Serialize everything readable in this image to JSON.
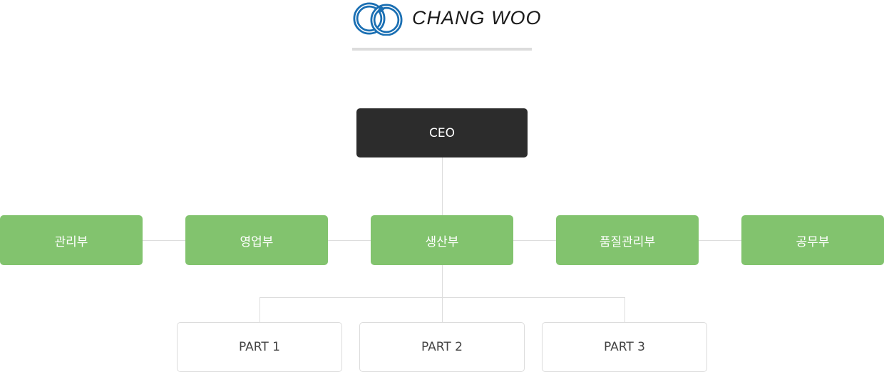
{
  "logo": {
    "text": "CHANG  WOO",
    "ring_color": "#1a6fb3"
  },
  "ceo": {
    "label": "CEO",
    "color": "#2c2c2c"
  },
  "departments": [
    {
      "label": "관리부"
    },
    {
      "label": "영업부"
    },
    {
      "label": "생산부"
    },
    {
      "label": "품질관리부"
    },
    {
      "label": "공무부"
    }
  ],
  "department_color": "#82c36e",
  "parts": [
    {
      "label": "PART 1"
    },
    {
      "label": "PART 2"
    },
    {
      "label": "PART 3"
    }
  ],
  "connector_color": "#dddddd"
}
